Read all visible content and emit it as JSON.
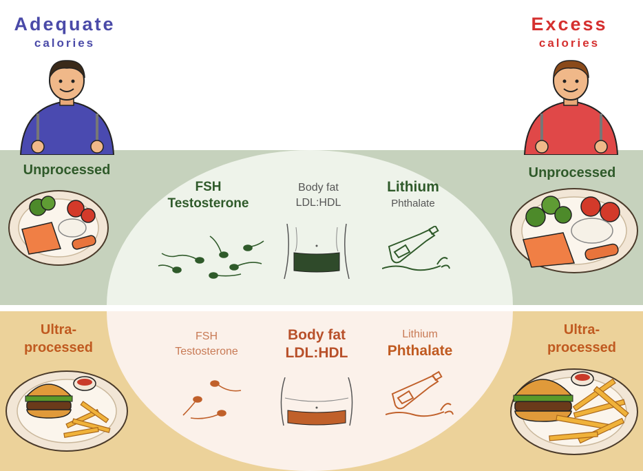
{
  "left_header": {
    "title": "Adequate",
    "subtitle": "calories"
  },
  "right_header": {
    "title": "Excess",
    "subtitle": "calories"
  },
  "rows": {
    "top": {
      "label": "Unprocessed"
    },
    "bottom": {
      "label_line1": "Ultra-",
      "label_line2": "processed"
    }
  },
  "top_center": {
    "hormones": {
      "line1": "FSH",
      "line2": "Testosterone"
    },
    "body": {
      "line1": "Body fat",
      "line2": "LDL:HDL"
    },
    "chem": {
      "line1": "Lithium",
      "line2": "Phthalate"
    }
  },
  "bottom_center": {
    "hormones": {
      "line1": "FSH",
      "line2": "Testosterone"
    },
    "body": {
      "line1": "Body fat",
      "line2": "LDL:HDL"
    },
    "chem": {
      "line1": "Lithium",
      "line2": "Phthalate"
    }
  },
  "colors": {
    "adequate": "#4a4aa8",
    "excess": "#d5302f",
    "green_dark": "#2f5a2a",
    "green_light": "#c6d2bd",
    "orange": "#c05a20",
    "yellow": "#ecd29a"
  },
  "icons": [
    "person-blue-icon",
    "person-red-icon",
    "healthy-plate-icon",
    "junk-plate-icon",
    "sperm-icon",
    "torso-icon",
    "bottle-icon"
  ]
}
